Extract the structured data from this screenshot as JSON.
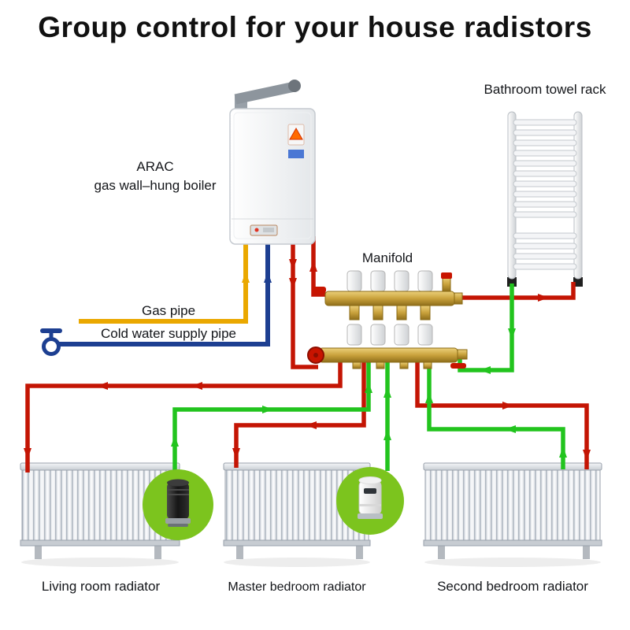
{
  "title": "Group control for your house radistors",
  "diagram": {
    "boiler": {
      "label_line1": "ARAC",
      "label_line2": "gas wall–hung boiler"
    },
    "towel_rack": {
      "label": "Bathroom towel rack"
    },
    "manifold": {
      "label": "Manifold"
    },
    "pipes": {
      "gas_label": "Gas pipe",
      "cold_water_label": "Cold water supply pipe"
    },
    "radiators": [
      {
        "label": "Living room radiator"
      },
      {
        "label": "Master bedroom radiator"
      },
      {
        "label": "Second bedroom radiator"
      }
    ],
    "colors": {
      "hot_supply": "#c41504",
      "heating_return": "#22c41e",
      "gas": "#eaa800",
      "cold_water": "#1d3f91",
      "callout_green": "#7cc41e",
      "brass": "#c9a23c"
    }
  }
}
